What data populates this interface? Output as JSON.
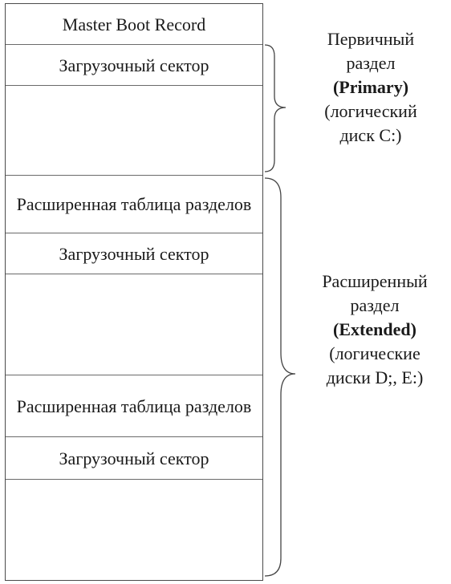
{
  "blocks": [
    {
      "id": "mbr",
      "text": "Master Boot Record"
    },
    {
      "id": "boot1",
      "text": "Загрузочный сектор"
    },
    {
      "id": "space1",
      "text": ""
    },
    {
      "id": "ext_table1",
      "text": "Расширенная таблица разделов"
    },
    {
      "id": "boot2",
      "text": "Загрузочный сектор"
    },
    {
      "id": "space2",
      "text": ""
    },
    {
      "id": "ext_table2",
      "text": "Расширенная таблица разделов"
    },
    {
      "id": "boot3",
      "text": "Загрузочный сектор"
    },
    {
      "id": "space3",
      "text": ""
    }
  ],
  "primary": {
    "line1": "Первичный",
    "line2": "раздел",
    "name": "(Primary)",
    "line4": "(логический",
    "line5": "диск C:)"
  },
  "extended": {
    "line1": "Расширенный",
    "line2": "раздел",
    "name": "(Extended)",
    "line4": "(логические",
    "line5": "диски D;, E:)"
  }
}
